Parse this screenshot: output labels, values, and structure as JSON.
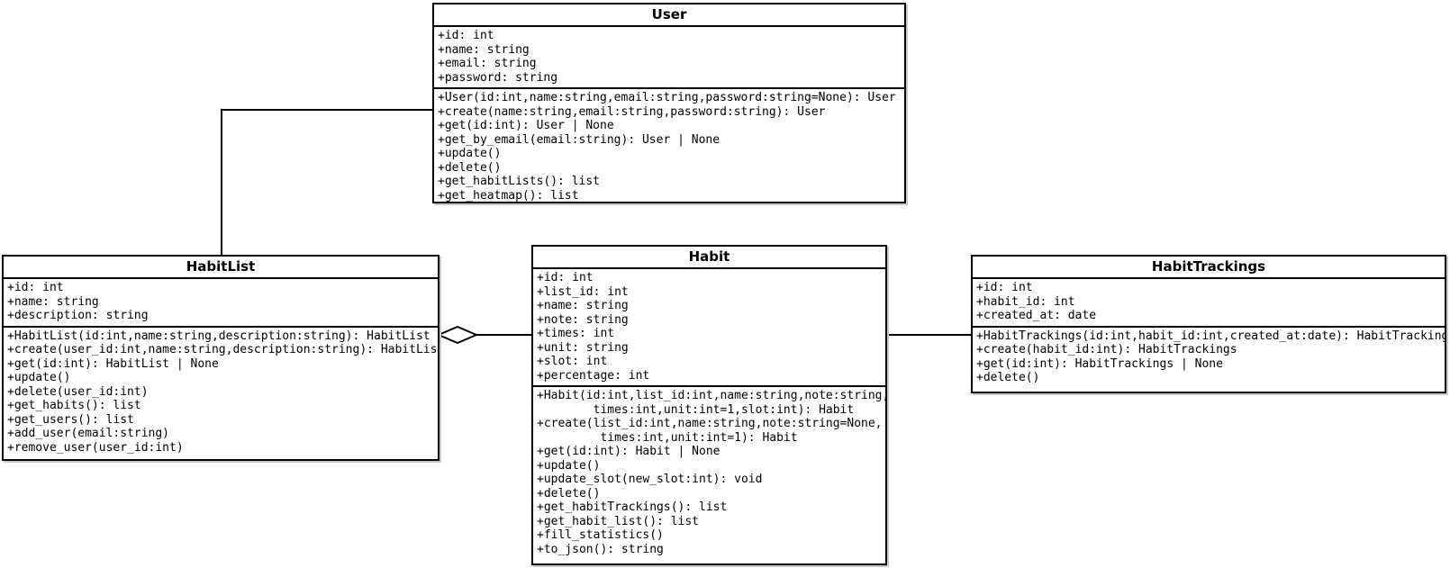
{
  "diagram": {
    "type": "uml-class-diagram",
    "classes": {
      "user": {
        "title": "User",
        "attributes": [
          "+id: int",
          "+name: string",
          "+email: string",
          "+password: string"
        ],
        "methods": [
          "+User(id:int,name:string,email:string,password:string=None): User",
          "+create(name:string,email:string,password:string): User",
          "+get(id:int): User | None",
          "+get_by_email(email:string): User | None",
          "+update()",
          "+delete()",
          "+get_habitLists(): list",
          "+get_heatmap(): list"
        ]
      },
      "habitList": {
        "title": "HabitList",
        "attributes": [
          "+id: int",
          "+name: string",
          "+description: string"
        ],
        "methods": [
          "+HabitList(id:int,name:string,description:string): HabitList",
          "+create(user_id:int,name:string,description:string): HabitList",
          "+get(id:int): HabitList | None",
          "+update()",
          "+delete(user_id:int)",
          "+get_habits(): list",
          "+get_users(): list",
          "+add_user(email:string)",
          "+remove_user(user_id:int)"
        ]
      },
      "habit": {
        "title": "Habit",
        "attributes": [
          "+id: int",
          "+list_id: int",
          "+name: string",
          "+note: string",
          "+times: int",
          "+unit: string",
          "+slot: int",
          "+percentage: int"
        ],
        "methods": [
          "+Habit(id:int,list_id:int,name:string,note:string,",
          "        times:int,unit:int=1,slot:int): Habit",
          "+create(list_id:int,name:string,note:string=None,",
          "         times:int,unit:int=1): Habit",
          "+get(id:int): Habit | None",
          "+update()",
          "+update_slot(new_slot:int): void",
          "+delete()",
          "+get_habitTrackings(): list",
          "+get_habit_list(): list",
          "+fill_statistics()",
          "+to_json(): string"
        ]
      },
      "habitTrackings": {
        "title": "HabitTrackings",
        "attributes": [
          "+id: int",
          "+habit_id: int",
          "+created_at: date"
        ],
        "methods": [
          "+HabitTrackings(id:int,habit_id:int,created_at:date): HabitTrackings",
          "+create(habit_id:int): HabitTrackings",
          "+get(id:int): HabitTrackings | None",
          "+delete()"
        ]
      }
    },
    "relations": [
      {
        "from": "User",
        "to": "HabitList",
        "type": "association"
      },
      {
        "from": "HabitList",
        "to": "Habit",
        "type": "aggregation",
        "diamond_at": "HabitList"
      },
      {
        "from": "Habit",
        "to": "HabitTrackings",
        "type": "association"
      }
    ]
  },
  "colors": {
    "background": "#ffffff",
    "box_fill": "#ffffff",
    "border": "#000000",
    "shadow": "#c9c9c9",
    "text": "#000000"
  }
}
